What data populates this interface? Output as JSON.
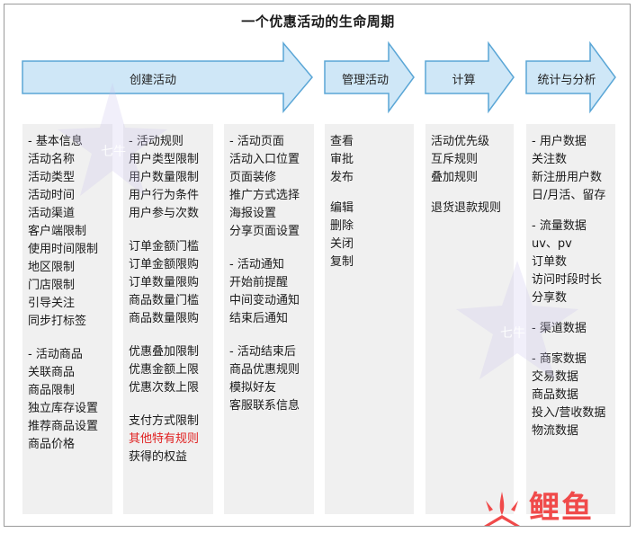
{
  "title": "一个优惠活动的生命周期",
  "phases": [
    {
      "label": "创建活动"
    },
    {
      "label": "管理活动"
    },
    {
      "label": "计算"
    },
    {
      "label": "统计与分析"
    }
  ],
  "columns": [
    {
      "items": [
        {
          "text": "- 基本信息"
        },
        {
          "text": "活动名称"
        },
        {
          "text": "活动类型"
        },
        {
          "text": "活动时间"
        },
        {
          "text": "活动渠道"
        },
        {
          "text": "客户端限制"
        },
        {
          "text": "使用时间限制"
        },
        {
          "text": "地区限制"
        },
        {
          "text": "门店限制"
        },
        {
          "text": "引导关注"
        },
        {
          "text": "同步打标签"
        },
        {
          "gap": true
        },
        {
          "text": "- 活动商品"
        },
        {
          "text": "关联商品"
        },
        {
          "text": "商品限制"
        },
        {
          "text": "独立库存设置"
        },
        {
          "text": "推荐商品设置"
        },
        {
          "text": "商品价格"
        }
      ]
    },
    {
      "items": [
        {
          "text": "- 活动规则"
        },
        {
          "text": "用户类型限制"
        },
        {
          "text": "用户数量限制"
        },
        {
          "text": "用户行为条件"
        },
        {
          "text": "用户参与次数"
        },
        {
          "gap": true
        },
        {
          "text": "订单金额门槛"
        },
        {
          "text": "订单金额限购"
        },
        {
          "text": "订单数量限购"
        },
        {
          "text": "商品数量门槛"
        },
        {
          "text": "商品数量限购"
        },
        {
          "gap": true
        },
        {
          "text": "优惠叠加限制"
        },
        {
          "text": "优惠金额上限"
        },
        {
          "text": "优惠次数上限"
        },
        {
          "gap": true
        },
        {
          "text": "支付方式限制"
        },
        {
          "text": "其他特有规则",
          "highlight": true
        },
        {
          "text": "获得的权益"
        }
      ]
    },
    {
      "items": [
        {
          "text": "- 活动页面"
        },
        {
          "text": "活动入口位置"
        },
        {
          "text": "页面装修"
        },
        {
          "text": "推广方式选择"
        },
        {
          "text": "海报设置"
        },
        {
          "text": "分享页面设置"
        },
        {
          "gap": true
        },
        {
          "text": "- 活动通知"
        },
        {
          "text": "开始前提醒"
        },
        {
          "text": "中间变动通知"
        },
        {
          "text": "结束后通知"
        },
        {
          "gap": true
        },
        {
          "text": "- 活动结束后"
        },
        {
          "text": "商品优惠规则"
        },
        {
          "text": "模拟好友"
        },
        {
          "text": "客服联系信息"
        }
      ]
    },
    {
      "items": [
        {
          "text": "查看"
        },
        {
          "text": "审批"
        },
        {
          "text": "发布"
        },
        {
          "gap_s": true
        },
        {
          "text": "编辑"
        },
        {
          "text": "删除"
        },
        {
          "text": "关闭"
        },
        {
          "text": "复制"
        }
      ]
    },
    {
      "items": [
        {
          "text": "活动优先级"
        },
        {
          "text": "互斥规则"
        },
        {
          "text": "叠加规则"
        },
        {
          "gap_s": true
        },
        {
          "text": "退货退款规则"
        }
      ]
    },
    {
      "items": [
        {
          "text": "- 用户数据"
        },
        {
          "text": "关注数"
        },
        {
          "text": "新注册用户数"
        },
        {
          "text": "日/月活、留存"
        },
        {
          "gap_s": true
        },
        {
          "text": "- 流量数据"
        },
        {
          "text": "uv、pv"
        },
        {
          "text": "订单数"
        },
        {
          "text": "访问时段时长"
        },
        {
          "text": "分享数"
        },
        {
          "gap_s": true
        },
        {
          "text": "- 渠道数据"
        },
        {
          "gap_s": true
        },
        {
          "text": "- 商家数据"
        },
        {
          "text": "交易数据"
        },
        {
          "text": "商品数据"
        },
        {
          "text": "投入/营收数据"
        },
        {
          "text": "物流数据"
        }
      ]
    }
  ],
  "watermark": {
    "text": "七牛"
  },
  "logo": {
    "text": "鲤鱼"
  },
  "colors": {
    "arrow_fill": "#cfe7f7",
    "arrow_stroke": "#5aa6d6",
    "column_bg": "#f0f0f0",
    "highlight": "#e02020",
    "logo": "#f04a4a",
    "watermark": "#c8c0ea"
  }
}
